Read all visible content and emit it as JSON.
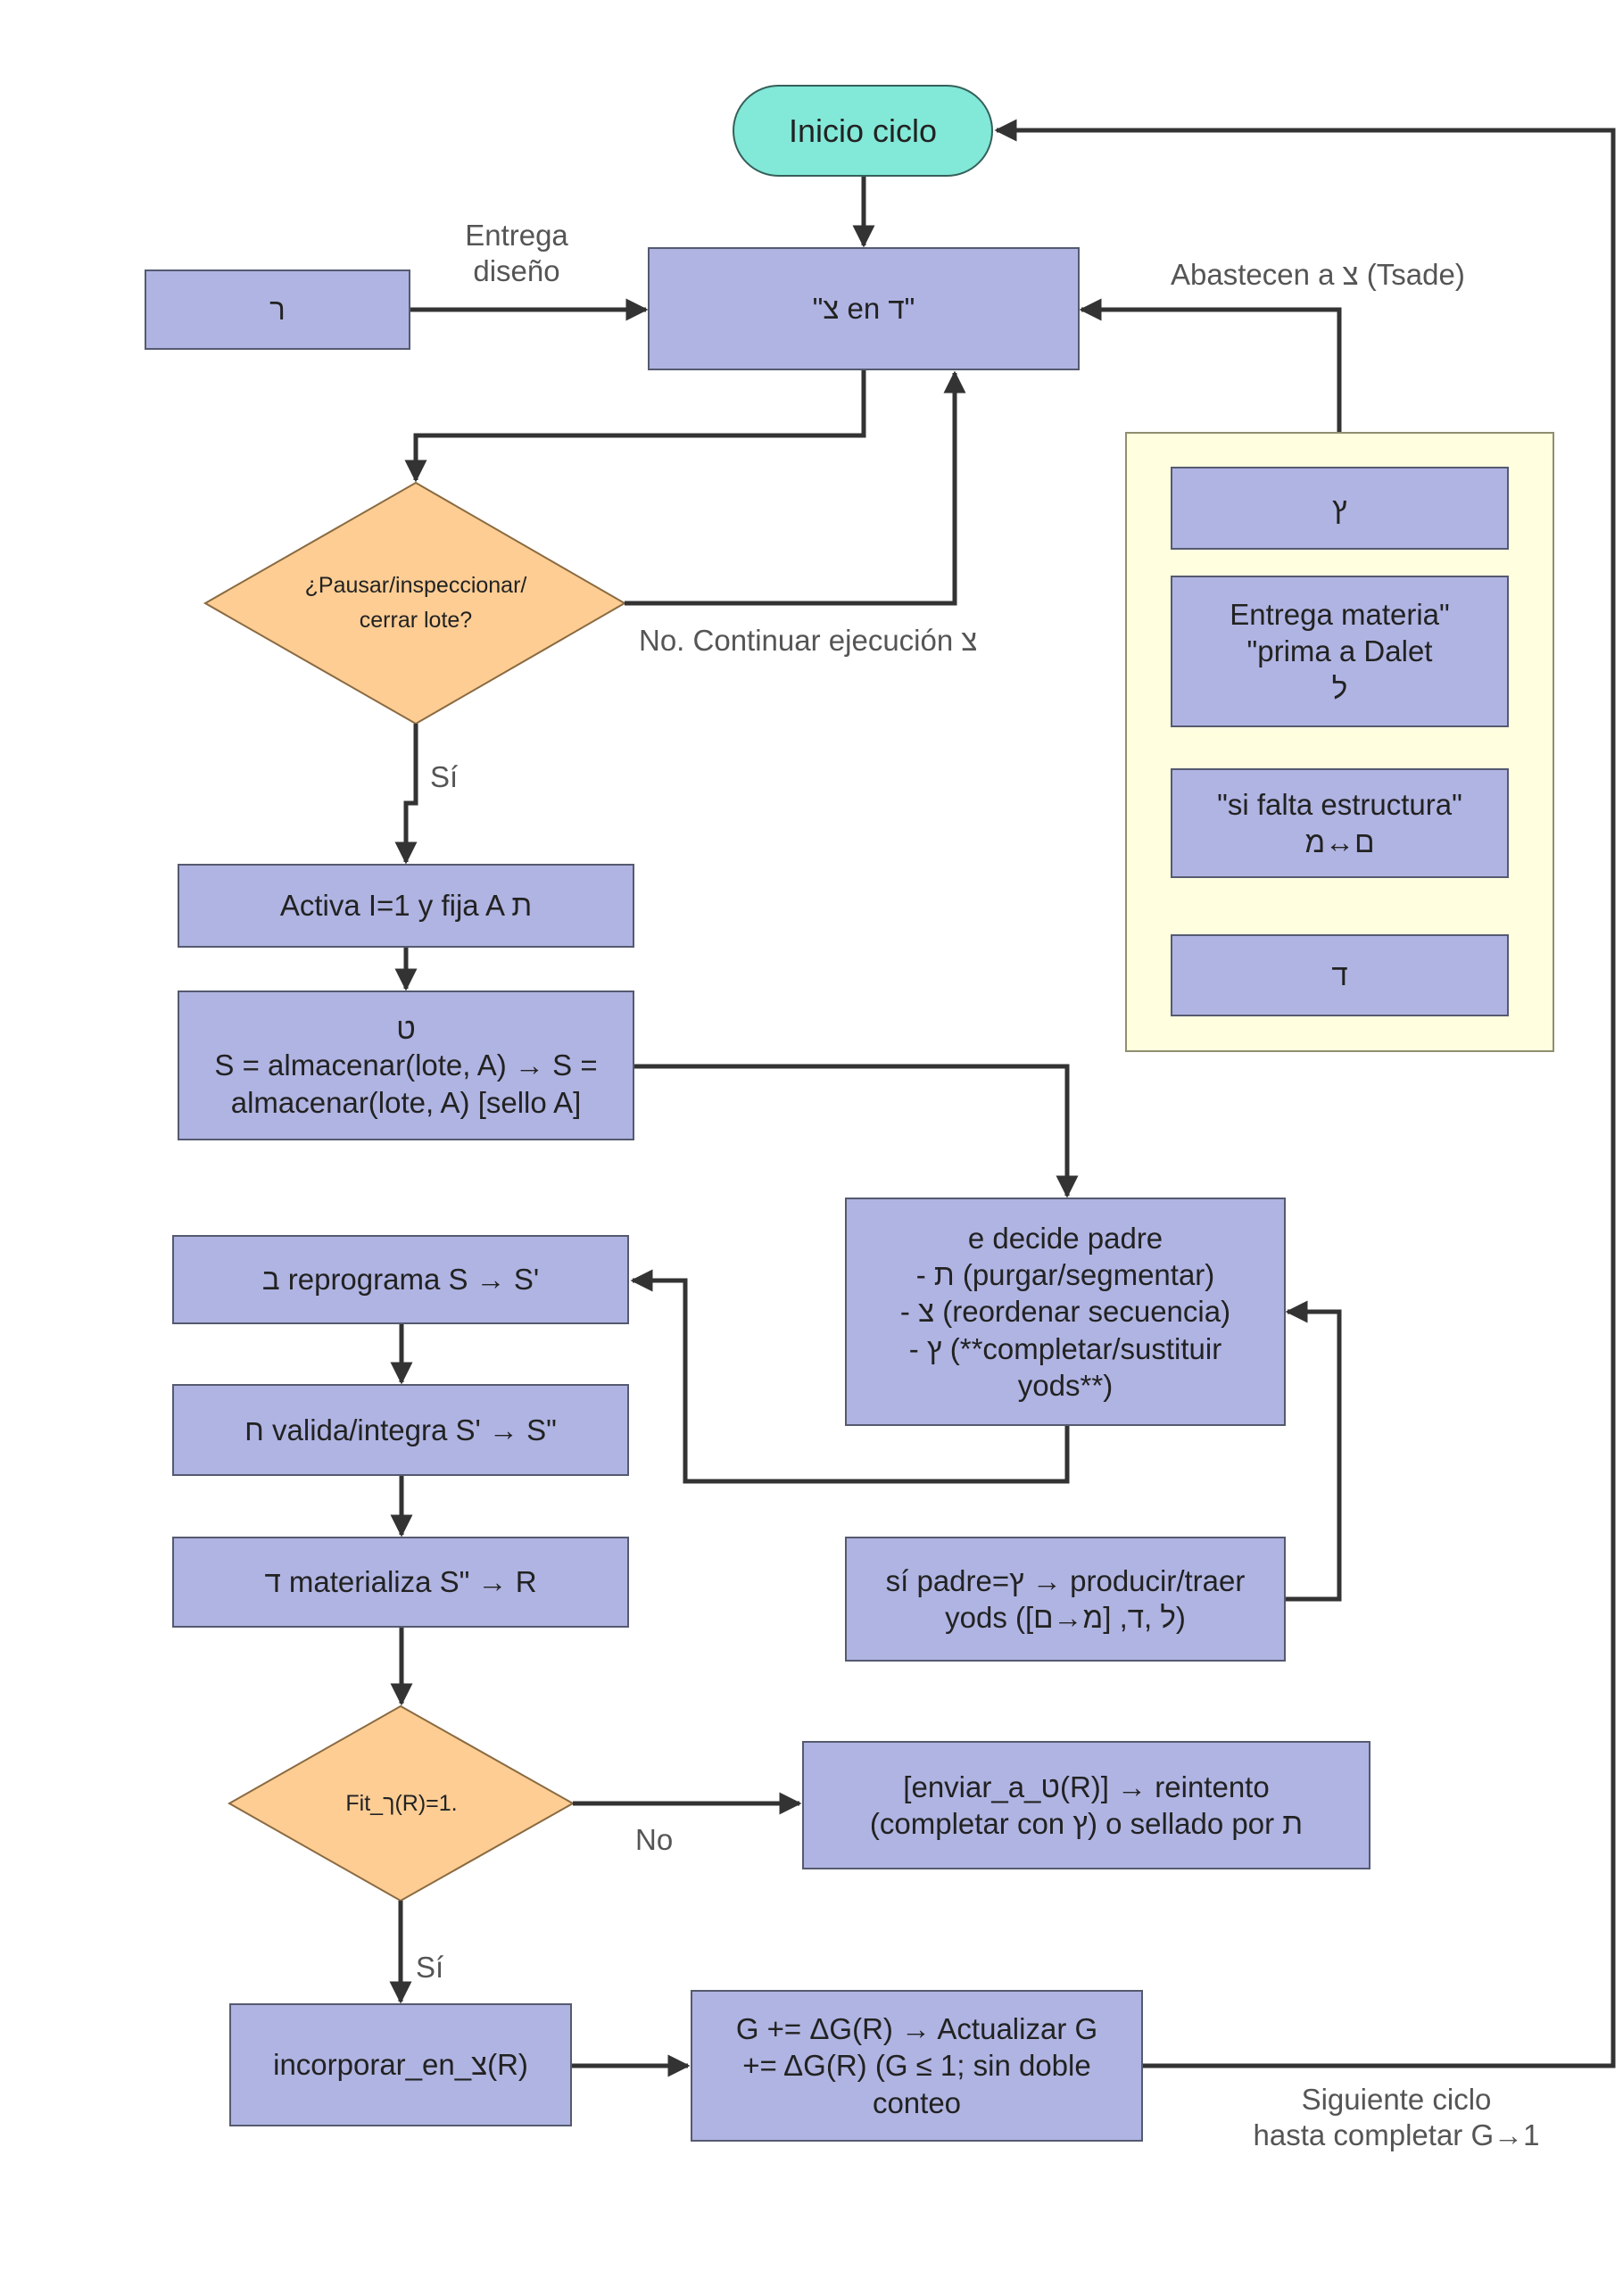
{
  "colors": {
    "process_fill": "#b0b4e2",
    "terminal_fill": "#82e8d8",
    "decision_fill": "#fdcd94",
    "panel_fill": "#ffffe0",
    "line": "#333333"
  },
  "nodes": {
    "inicio": "Inicio ciclo",
    "resh": "ר",
    "main": "\"צ en ד\"",
    "decision1": [
      "¿Pausar/inspeccionar/",
      "cerrar lote?"
    ],
    "activa": "Activa I=1 y fija A ת",
    "tet": [
      "ט",
      "S = almacenar(lote, A) → S =",
      "almacenar(lote, A) [sello A]"
    ],
    "decide": [
      "e decide padre",
      "- ת (purgar/segmentar)",
      "- צ (reordenar secuencia)",
      "- ץ (**completar/sustituir",
      "yods**)"
    ],
    "reprograma": "ב reprograma S → S'",
    "valida": "ח valida/integra S' → S\"",
    "materializa": "ד materializa S\" → R",
    "si_padre": [
      "sí padre=ץ → producir/traer",
      "yods ([מ→ם] ,ל ,ד)"
    ],
    "decision2": "Fit_ך(R)=1.",
    "enviar": [
      "[enviar_a_ט(R)]  → reintento",
      "(completar con ץ) o sellado por ת"
    ],
    "incorporar": "incorporar_en_צ(R)",
    "actualizar": [
      "G += ΔG(R) → Actualizar G",
      "+= ΔG(R) (G ≤ 1; sin doble",
      "conteo"
    ]
  },
  "panel": {
    "items": [
      [
        "ץ"
      ],
      [
        "Entrega materia\"",
        "\"prima a Dalet",
        "ל"
      ],
      [
        "\"si falta estructura\"",
        "ם↔מ"
      ],
      [
        "ד"
      ]
    ]
  },
  "labels": {
    "entrega": [
      "Entrega",
      "diseño"
    ],
    "abastecen": "Abastecen a צ (Tsade)",
    "no_continuar": "No. Continuar ejecución צ",
    "si1": "Sí",
    "no": "No",
    "si2": "Sí",
    "siguiente": [
      "Siguiente ciclo",
      "hasta completar G→1"
    ]
  }
}
